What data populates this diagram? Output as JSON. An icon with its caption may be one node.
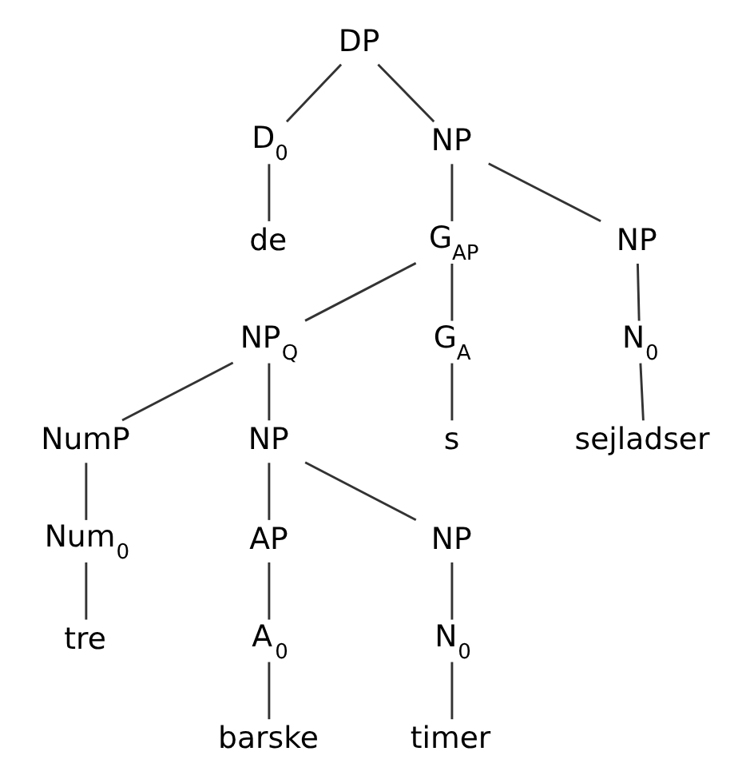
{
  "diagram": {
    "nodes": [
      {
        "text": [
          "DP"
        ]
      },
      {
        "text": [
          "D$_{0}$"
        ]
      },
      {
        "text": [
          "NP"
        ]
      },
      {
        "text": [
          "de"
        ]
      },
      {
        "text": [
          "G$_{AP}$"
        ]
      },
      {
        "text": [
          "NP"
        ]
      },
      {
        "text": [
          "NP$_{Q}$"
        ]
      },
      {
        "text": [
          "G$_{A}$"
        ]
      },
      {
        "text": [
          "N$_{0}$"
        ]
      },
      {
        "text": [
          "NumP"
        ]
      },
      {
        "text": [
          "NP"
        ]
      },
      {
        "text": [
          "s"
        ]
      },
      {
        "text": [
          "sejladser"
        ]
      },
      {
        "text": [
          "Num$_{0}$"
        ]
      },
      {
        "text": [
          "AP"
        ]
      },
      {
        "text": [
          "NP"
        ]
      },
      {
        "text": [
          "tre"
        ]
      },
      {
        "text": [
          "A$_{0}$"
        ]
      },
      {
        "text": [
          "N$_{0}$"
        ]
      },
      {
        "text": [
          "barske"
        ]
      },
      {
        "text": [
          "timer"
        ]
      }
    ],
    "edges": [
      {
        "from": 0,
        "to": 1,
        "arrow": "none"
      },
      {
        "from": 0,
        "to": 2,
        "arrow": "none"
      },
      {
        "from": 1,
        "to": 3,
        "arrow": "none"
      },
      {
        "from": 2,
        "to": 4,
        "arrow": "none"
      },
      {
        "from": 2,
        "to": 5,
        "arrow": "none"
      },
      {
        "from": 4,
        "to": 6,
        "arrow": "none"
      },
      {
        "from": 4,
        "to": 7,
        "arrow": "none"
      },
      {
        "from": 5,
        "to": 8,
        "arrow": "none"
      },
      {
        "from": 6,
        "to": 9,
        "arrow": "none"
      },
      {
        "from": 6,
        "to": 10,
        "arrow": "none"
      },
      {
        "from": 7,
        "to": 11,
        "arrow": "none"
      },
      {
        "from": 8,
        "to": 12,
        "arrow": "none"
      },
      {
        "from": 9,
        "to": 13,
        "arrow": "none"
      },
      {
        "from": 10,
        "to": 14,
        "arrow": "none"
      },
      {
        "from": 10,
        "to": 15,
        "arrow": "none"
      },
      {
        "from": 13,
        "to": 16,
        "arrow": "none"
      },
      {
        "from": 14,
        "to": 17,
        "arrow": "none"
      },
      {
        "from": 15,
        "to": 18,
        "arrow": "none"
      },
      {
        "from": 17,
        "to": 19,
        "arrow": "none"
      },
      {
        "from": 18,
        "to": 20,
        "arrow": "none"
      }
    ]
  }
}
